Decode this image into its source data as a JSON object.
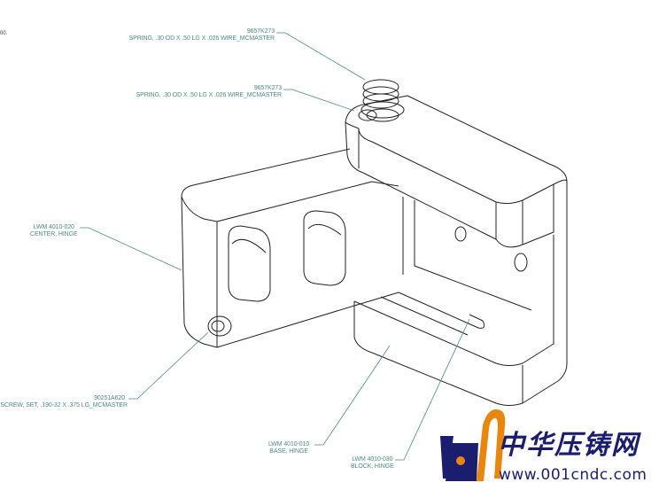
{
  "corner_text": "00.",
  "callouts": [
    {
      "id": "spring-top",
      "part": "9657K273",
      "desc": "SPRING, .30 OD X .50 LG X .026 WIRE_MCMASTER"
    },
    {
      "id": "spring-lower",
      "part": "9657K273",
      "desc": "SPRING, .30 OD X .50 LG X .026 WIRE_MCMASTER"
    },
    {
      "id": "center-hinge",
      "part": "LWM 4010-020",
      "desc": "CENTER, HINGE"
    },
    {
      "id": "set-screw",
      "part": "90251A620",
      "desc": "SCREW, SET, .190-32 X .375 LG_MCMASTER"
    },
    {
      "id": "base-hinge",
      "part": "LWM 4010-010",
      "desc": "BASE, HINGE"
    },
    {
      "id": "block-hinge",
      "part": "LWM 4010-030",
      "desc": "BLOCK, HINGE"
    }
  ],
  "watermark": {
    "name": "中华压铸网",
    "url": "www.001cndc.com",
    "colors": {
      "navy": "#1b1e6e",
      "orange": "#e8860e"
    }
  },
  "colors": {
    "leader": "#4f8a8a",
    "line": "#222222"
  }
}
